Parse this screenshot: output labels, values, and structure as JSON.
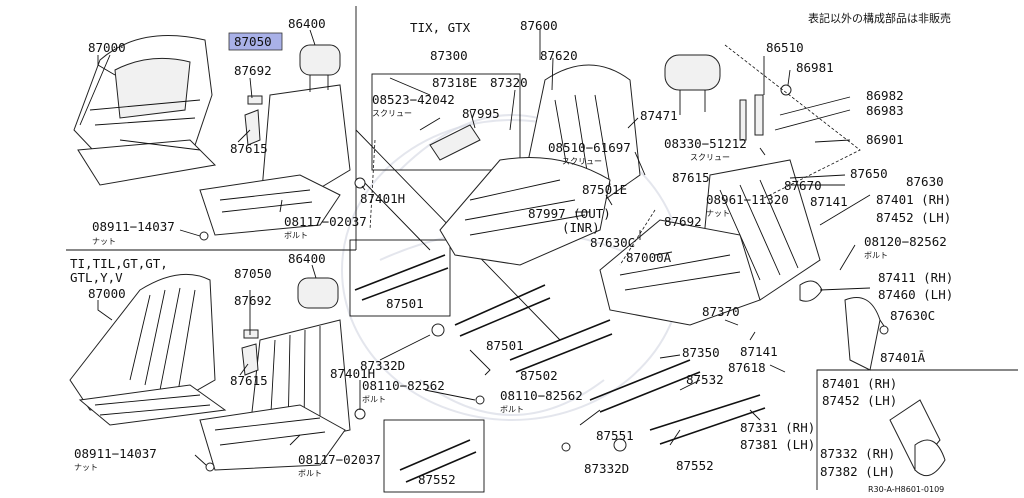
{
  "header_note": "表記以外の構成部品は非販売",
  "variant_labels": {
    "tix_gtx": "TIX, GTX",
    "ti_line1": "TI,TIL,GT,GT,",
    "ti_line2": "GTL,Y,V"
  },
  "diagram_code": "R30-A-H8601-0109",
  "sub_labels": {
    "nut": "ナット",
    "bolt": "ボルト",
    "screw": "スクリュー"
  },
  "highlighted_part": "87050",
  "parts": {
    "p87000_top": "87000",
    "p87050_top": "87050",
    "p87692_top": "87692",
    "p86400_top": "86400",
    "p87615_top": "87615",
    "p87401h_top": "87401H",
    "p08911_top": "08911−14037",
    "p08117_top": "08117−02037",
    "p87000_bot": "87000",
    "p87050_bot": "87050",
    "p87692_bot": "87692",
    "p86400_bot": "86400",
    "p87615_bot": "87615",
    "p87401h_bot": "87401H",
    "p87332d_left": "87332D",
    "p08110_left": "08110−82562",
    "p08911_bot": "08911−14037",
    "p08117_bot": "08117−02037",
    "p87300": "87300",
    "p87318e": "87318E",
    "p08523": "08523−42042",
    "p87320": "87320",
    "p87995": "87995",
    "p87600": "87600",
    "p87620": "87620",
    "p87471": "87471",
    "p08510": "08510−61697",
    "p87501e": "87501E",
    "p87997": "87997 (OUT)",
    "p87997_inr": "(INR)",
    "p87630c_mid": "87630C",
    "p87000a": "87000A",
    "p87501_box": "87501",
    "p87501_mid": "87501",
    "p87502": "87502",
    "p08110_mid": "08110−82562",
    "p87551": "87551",
    "p87332d_mid": "87332D",
    "p87552_box": "87552",
    "p87552_right": "87552",
    "p86510": "86510",
    "p86981": "86981",
    "p86982": "86982",
    "p86983": "86983",
    "p86901": "86901",
    "p08330": "08330−51212",
    "p87615_mid": "87615",
    "p87650": "87650",
    "p87670": "87670",
    "p87630": "87630",
    "p08961": "08961−11320",
    "p87141_top": "87141",
    "p87692_mid": "87692",
    "p87401_rh": "87401 (RH)",
    "p87452_lh": "87452 (LH)",
    "p08120": "08120−82562",
    "p87411_rh": "87411 (RH)",
    "p87460_lh": "87460 (LH)",
    "p87630c_right": "87630C",
    "p87401a": "87401Ā",
    "p87370": "87370",
    "p87141_bot": "87141",
    "p87618": "87618",
    "p87350": "87350",
    "p87532": "87532",
    "p87331_rh": "87331 (RH)",
    "p87381_lh": "87381 (LH)",
    "p87401_rh_box": "87401 (RH)",
    "p87452_lh_box": "87452 (LH)",
    "p87332_rh": "87332 (RH)",
    "p87382_lh": "87382 (LH)"
  }
}
